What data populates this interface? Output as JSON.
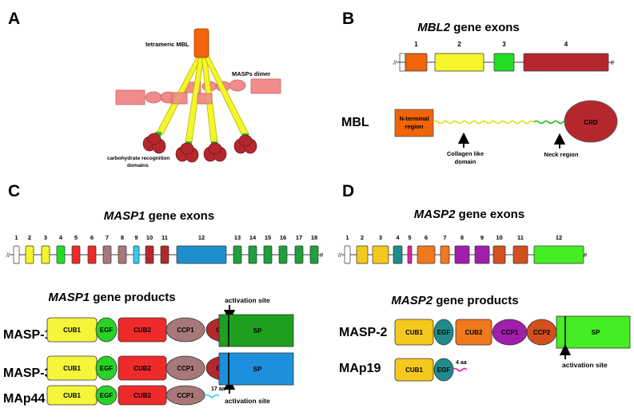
{
  "panels": {
    "a": {
      "letter": "A",
      "labels": {
        "tetrameric": "tetrameric MBL",
        "masps_dimer": "MASPs dimer",
        "crd_line1": "carbohydrate recognition",
        "crd_line2": "domains"
      },
      "colors": {
        "mbl": "#f0640a",
        "stalk": "#f5f52a",
        "masp": "#f08c8c",
        "crd": "#b4282d",
        "neck": "#27c327"
      }
    },
    "b": {
      "letter": "B",
      "title_italic": "MBL2",
      "title_rest": " gene exons",
      "exons": [
        {
          "num": "1",
          "color": "#f0640a"
        },
        {
          "num": "2",
          "color": "#f5f52a"
        },
        {
          "num": "3",
          "color": "#22dd22"
        },
        {
          "num": "4",
          "color": "#b4282d"
        }
      ],
      "protein": {
        "name": "MBL",
        "nterm_line1": "N-terminal",
        "nterm_line2": "region",
        "crd": "CRD",
        "collagen_line1": "Collagen like",
        "collagen_line2": "domain",
        "neck": "Neck region"
      }
    },
    "c": {
      "letter": "C",
      "exons_title_italic": "MASP1",
      "exons_title_rest": " gene exons",
      "exons": [
        {
          "num": "1",
          "color": "#ffffff"
        },
        {
          "num": "2",
          "color": "#f5f52a"
        },
        {
          "num": "3",
          "color": "#f5f52a"
        },
        {
          "num": "4",
          "color": "#22dd22"
        },
        {
          "num": "5",
          "color": "#ee2a2a"
        },
        {
          "num": "6",
          "color": "#ee2a2a"
        },
        {
          "num": "7",
          "color": "#a87878"
        },
        {
          "num": "8",
          "color": "#a87878"
        },
        {
          "num": "9",
          "color": "#33ccee"
        },
        {
          "num": "10",
          "color": "#b4282d"
        },
        {
          "num": "11",
          "color": "#b4282d"
        },
        {
          "num": "12",
          "color": "#1e8fcc"
        },
        {
          "num": "13",
          "color": "#1ea03c"
        },
        {
          "num": "14",
          "color": "#1ea03c"
        },
        {
          "num": "15",
          "color": "#1ea03c"
        },
        {
          "num": "16",
          "color": "#1ea03c"
        },
        {
          "num": "17",
          "color": "#1ea03c"
        },
        {
          "num": "18",
          "color": "#1ea03c"
        }
      ],
      "products_title_italic": "MASP1",
      "products_title_rest": " gene products",
      "activation_top": "activation site",
      "activation_bottom": "activation site",
      "products": [
        {
          "name": "MASP-1",
          "domains": [
            "CUB1",
            "EGF",
            "CUB2",
            "CCP1",
            "CCP2",
            "SP"
          ],
          "sp_color": "#1ea01e"
        },
        {
          "name": "MASP-3",
          "domains": [
            "CUB1",
            "EGF",
            "CUB2",
            "CCP1",
            "CCP2",
            "SP"
          ],
          "sp_color": "#1e8fdc"
        },
        {
          "name": "MAp44",
          "domains": [
            "CUB1",
            "EGF",
            "CUB2",
            "CCP1"
          ],
          "tail": "17 aa"
        }
      ]
    },
    "d": {
      "letter": "D",
      "exons_title_italic": "MASP2",
      "exons_title_rest": " gene exons",
      "exons": [
        {
          "num": "1",
          "color": "#ffffff"
        },
        {
          "num": "2",
          "color": "#f5c81e"
        },
        {
          "num": "3",
          "color": "#f5c81e"
        },
        {
          "num": "4",
          "color": "#1e8c8c"
        },
        {
          "num": "5",
          "color": "#e61ea0"
        },
        {
          "num": "6",
          "color": "#f0781e"
        },
        {
          "num": "7",
          "color": "#f0781e"
        },
        {
          "num": "8",
          "color": "#a01eaa"
        },
        {
          "num": "9",
          "color": "#a01eaa"
        },
        {
          "num": "10",
          "color": "#d2501e"
        },
        {
          "num": "11",
          "color": "#d2501e"
        },
        {
          "num": "12",
          "color": "#44ee22"
        }
      ],
      "products_title_italic": "MASP2",
      "products_title_rest": " gene products",
      "activation": "activation site",
      "products": [
        {
          "name": "MASP-2",
          "domains": [
            "CUB1",
            "EGF",
            "CUB2",
            "CCP1",
            "CCP2",
            "SP"
          ]
        },
        {
          "name": "MAp19",
          "domains": [
            "CUB1",
            "EGF"
          ],
          "tail": "4 aa"
        }
      ]
    }
  }
}
